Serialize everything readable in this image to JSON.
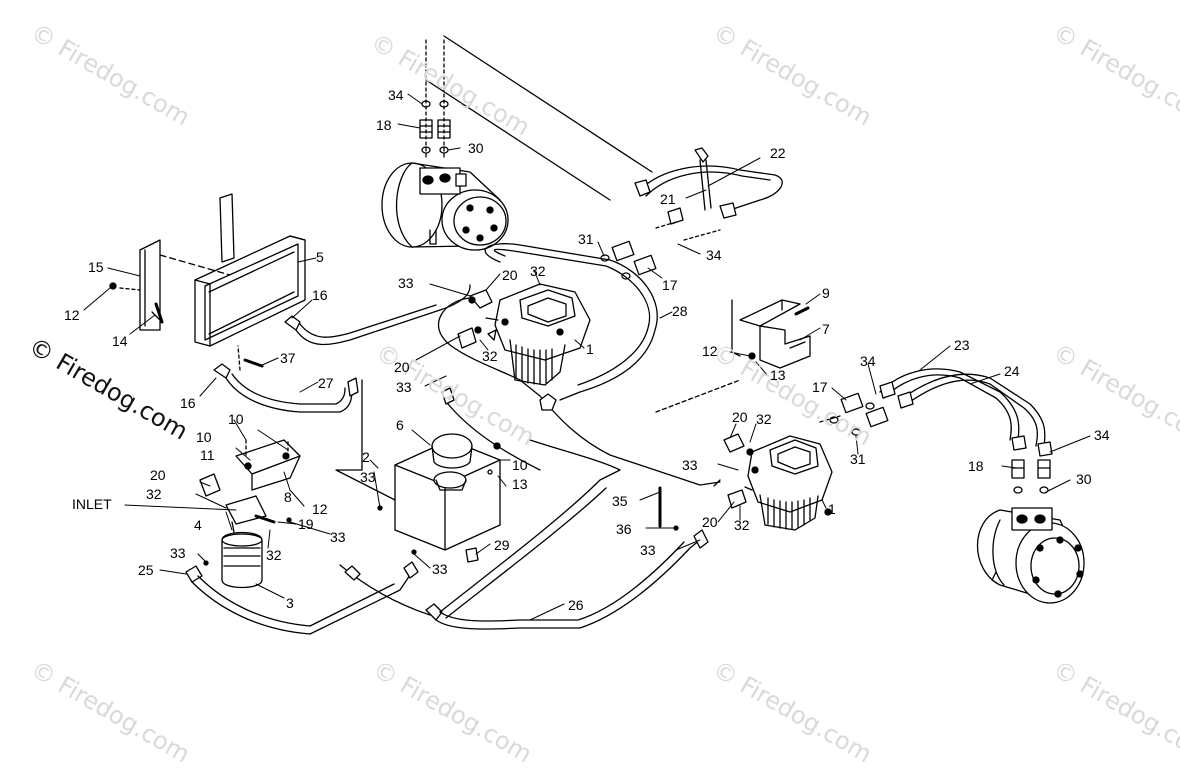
{
  "watermark": "© Firedog.com",
  "callouts": {
    "c1a": "1",
    "c1b": "1",
    "c2": "2",
    "c3": "3",
    "c4": "4",
    "c5": "5",
    "c6": "6",
    "c7": "7",
    "c8": "8",
    "c9": "9",
    "c10a": "10",
    "c10b": "10",
    "c10c": "10",
    "c11": "11",
    "c12a": "12",
    "c12b": "12",
    "c12c": "12",
    "c13a": "13",
    "c13b": "13",
    "c14": "14",
    "c15": "15",
    "c16a": "16",
    "c16b": "16",
    "c17a": "17",
    "c17b": "17",
    "c18a": "18",
    "c18b": "18",
    "c19": "19",
    "c20a": "20",
    "c20b": "20",
    "c20c": "20",
    "c20d": "20",
    "c20e": "20",
    "c21": "21",
    "c22": "22",
    "c23": "23",
    "c24": "24",
    "c25": "25",
    "c26": "26",
    "c27": "27",
    "c28": "28",
    "c29": "29",
    "c30a": "30",
    "c30b": "30",
    "c31a": "31",
    "c31b": "31",
    "c32a": "32",
    "c32b": "32",
    "c32c": "32",
    "c32d": "32",
    "c32e": "32",
    "c32f": "32",
    "c33a": "33",
    "c33b": "33",
    "c33c": "33",
    "c33d": "33",
    "c33e": "33",
    "c33f": "33",
    "c33g": "33",
    "c33h": "33",
    "c34a": "34",
    "c34b": "34",
    "c34c": "34",
    "c34d": "34",
    "c35": "35",
    "c36": "36",
    "c37": "37",
    "inlet": "INLET"
  }
}
